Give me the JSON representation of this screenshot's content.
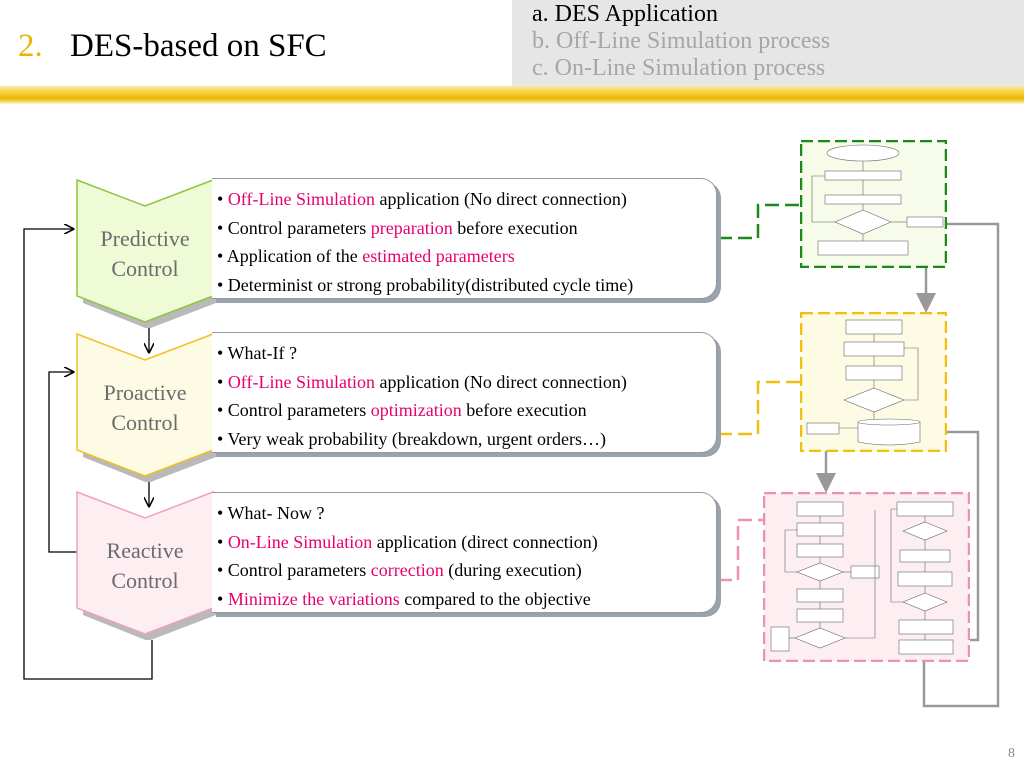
{
  "header": {
    "number": "2.",
    "title": "DES-based on SFC",
    "agenda": [
      {
        "label": "a. DES Application",
        "active": true
      },
      {
        "label": "b. Off-Line Simulation process",
        "active": false
      },
      {
        "label": "c. On-Line Simulation process",
        "active": false
      }
    ]
  },
  "controls": [
    {
      "label": "Predictive\nControl",
      "lines": [
        [
          {
            "t": "• "
          },
          {
            "t": "Off-Line Simulation",
            "hl": true
          },
          {
            "t": " application (No direct connection)"
          }
        ],
        [
          {
            "t": "• Control parameters "
          },
          {
            "t": "preparation",
            "hl": true
          },
          {
            "t": "  before execution"
          }
        ],
        [
          {
            "t": "• Application of the "
          },
          {
            "t": "estimated parameters",
            "hl": true
          }
        ],
        [
          {
            "t": "• Determinist or strong probability(distributed cycle time)"
          }
        ]
      ]
    },
    {
      "label": "Proactive\nControl",
      "lines": [
        [
          {
            "t": "• What-If  ?"
          }
        ],
        [
          {
            "t": "• "
          },
          {
            "t": "Off-Line Simulation",
            "hl": true
          },
          {
            "t": " application (No direct connection)"
          }
        ],
        [
          {
            "t": "• Control parameters "
          },
          {
            "t": "optimization",
            "hl": true
          },
          {
            "t": " before execution"
          }
        ],
        [
          {
            "t": "• Very weak probability (breakdown, urgent orders…)"
          }
        ]
      ]
    },
    {
      "label": "Reactive\nControl",
      "lines": [
        [
          {
            "t": "• What- Now ?"
          }
        ],
        [
          {
            "t": "• "
          },
          {
            "t": "On-Line Simulation",
            "hl": true
          },
          {
            "t": " application (direct connection)"
          }
        ],
        [
          {
            "t": "• Control parameters "
          },
          {
            "t": "correction",
            "hl": true
          },
          {
            "t": " (during execution)"
          }
        ],
        [
          {
            "t": "• "
          },
          {
            "t": "Minimize the variations",
            "hl": true
          },
          {
            "t": " compared to the objective"
          }
        ]
      ]
    }
  ],
  "colors": {
    "accent_gold": "#e8b400",
    "highlight": "#e8006f",
    "predictive_fill": "#eefbd6",
    "predictive_border": "#8cc63f",
    "proactive_fill": "#fdfbe4",
    "proactive_border": "#f0c020",
    "reactive_fill": "#fdeef2",
    "reactive_border": "#f0a0c0",
    "green_dash": "#1a8a1a",
    "yellow_dash": "#f0c010",
    "pink_dash": "#f090b0"
  },
  "page_number": "8"
}
